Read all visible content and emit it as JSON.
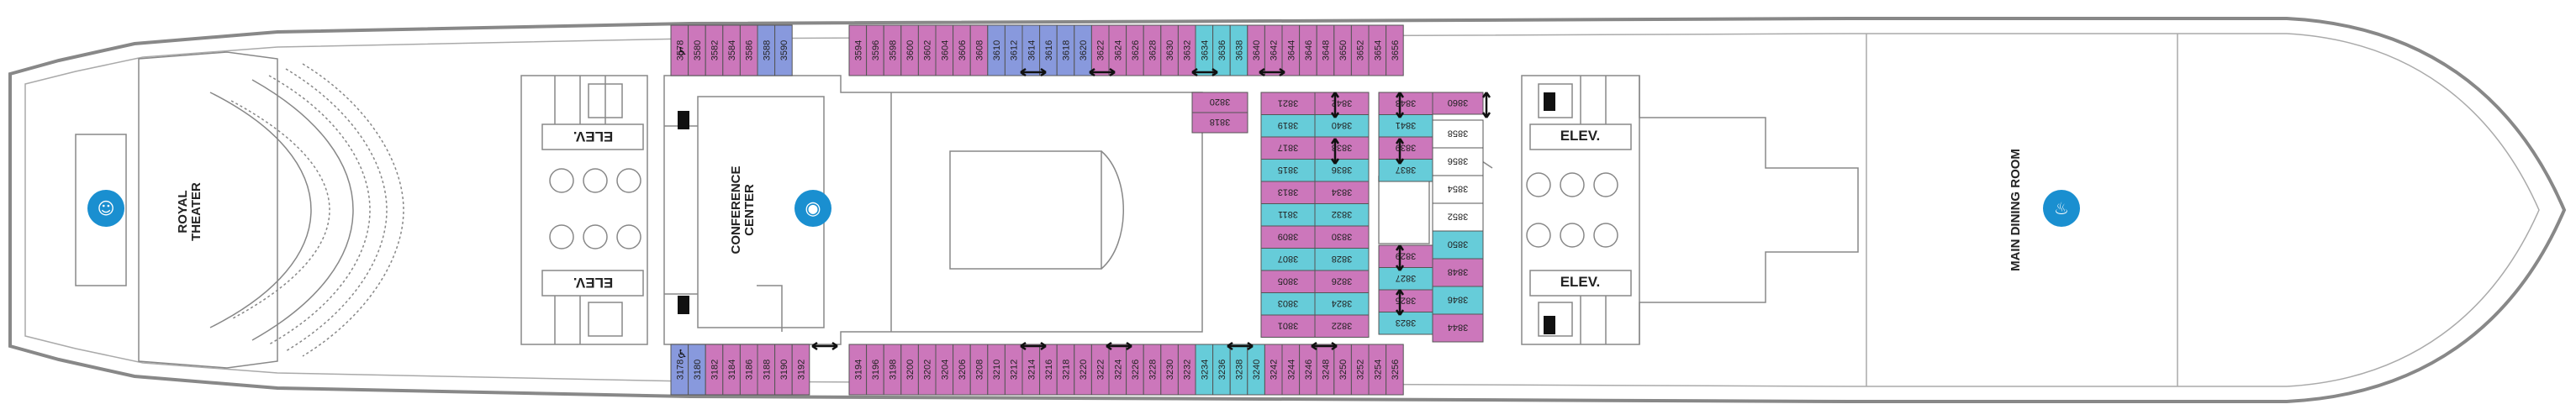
{
  "labels": {
    "royal_theater": "ROYAL\nTHEATER",
    "conference_center": "CONFERENCE\nCENTER",
    "main_dining_room": "MAIN DINING ROOM",
    "elev": "ELEV."
  },
  "colors": {
    "pink": "#cc77bb",
    "pink_dark": "#b85aa6",
    "blue": "#8899dd",
    "teal": "#66ccd9",
    "icon_blue": "#1a8fd0",
    "outline": "#888888",
    "text": "#222222"
  },
  "icons": [
    "theater-icon",
    "conference-icon",
    "dining-icon",
    "accessible-icon",
    "connecting-arrow-icon",
    "elevator-icon",
    "balcony-icon"
  ],
  "cabins": {
    "top_row_a": [
      "3578",
      "3580",
      "3582",
      "3584",
      "3586",
      "3588",
      "3590"
    ],
    "top_row_b": [
      "3594",
      "3596",
      "3598",
      "3600",
      "3602",
      "3604",
      "3606",
      "3608",
      "3610",
      "3612",
      "3614",
      "3616",
      "3618",
      "3620",
      "3622",
      "3624",
      "3626",
      "3628",
      "3630",
      "3632",
      "3634",
      "3636",
      "3638",
      "3640",
      "3642",
      "3644",
      "3646",
      "3648",
      "3650",
      "3652",
      "3654",
      "3656"
    ],
    "bottom_row_a": [
      "3178",
      "3180",
      "3182",
      "3184",
      "3186",
      "3188",
      "3190",
      "3192"
    ],
    "bottom_row_b": [
      "3194",
      "3196",
      "3198",
      "3200",
      "3202",
      "3204",
      "3206",
      "3208",
      "3210",
      "3212",
      "3214",
      "3216",
      "3218",
      "3220",
      "3222",
      "3224",
      "3226",
      "3228",
      "3230",
      "3232",
      "3234",
      "3236",
      "3238",
      "3240",
      "3242",
      "3244",
      "3246",
      "3248",
      "3250",
      "3252",
      "3254",
      "3256"
    ],
    "inner_center": [
      "3820",
      "3818"
    ],
    "inner_left_col": [
      "3821",
      "3819",
      "3817",
      "3815",
      "3813",
      "3811",
      "3809",
      "3807",
      "3805",
      "3803",
      "3801"
    ],
    "inner_mid_col": [
      "3842",
      "3840",
      "3838",
      "3836",
      "3834",
      "3832",
      "3830",
      "3828",
      "3826",
      "3824",
      "3822"
    ],
    "inner_right_col": [
      "3843",
      "3841",
      "3839",
      "3837",
      "3829",
      "3827",
      "3825",
      "3823"
    ],
    "inner_far_col": [
      "3860",
      "3858",
      "3856",
      "3854",
      "3852",
      "3850",
      "3848",
      "3846",
      "3844"
    ]
  }
}
